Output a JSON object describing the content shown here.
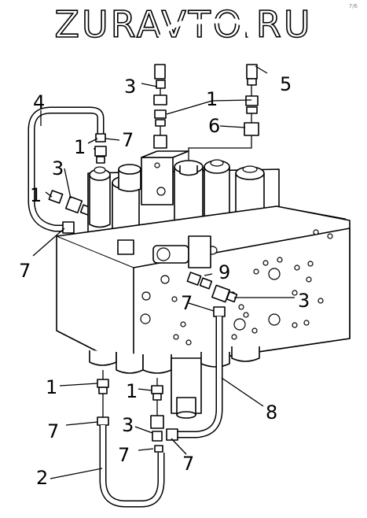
{
  "watermark": "ZURAVTO.RU",
  "corner_mark": "7/6",
  "callouts": {
    "c5": "5",
    "c3a": "3",
    "c1a": "1",
    "c6": "6",
    "c4": "4",
    "c7a": "7",
    "c1b": "1",
    "c3b": "3",
    "c1c": "1",
    "c7b": "7",
    "c9": "9",
    "c3c": "3",
    "c7c": "7",
    "c1d": "1",
    "c1e": "1",
    "c8": "8",
    "c7d": "7",
    "c3d": "3",
    "c7e": "7",
    "c2": "2",
    "c7f": "7"
  }
}
